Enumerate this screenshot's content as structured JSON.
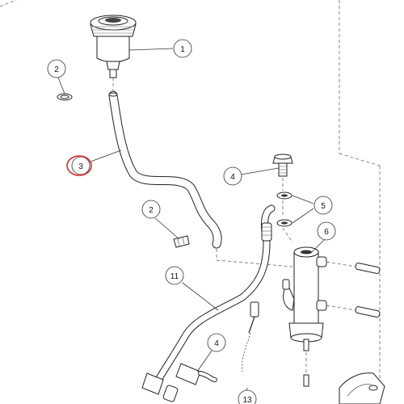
{
  "colors": {
    "line": "#222222",
    "highlight": "#d9262c",
    "background": "#ffffff"
  },
  "callouts": {
    "c1": "1",
    "c2a": "2",
    "c3": "3",
    "c4a": "4",
    "c2b": "2",
    "c5": "5",
    "c6": "6",
    "c11": "11",
    "c4b": "4",
    "c13": "13"
  },
  "highlighted_callout": "3"
}
